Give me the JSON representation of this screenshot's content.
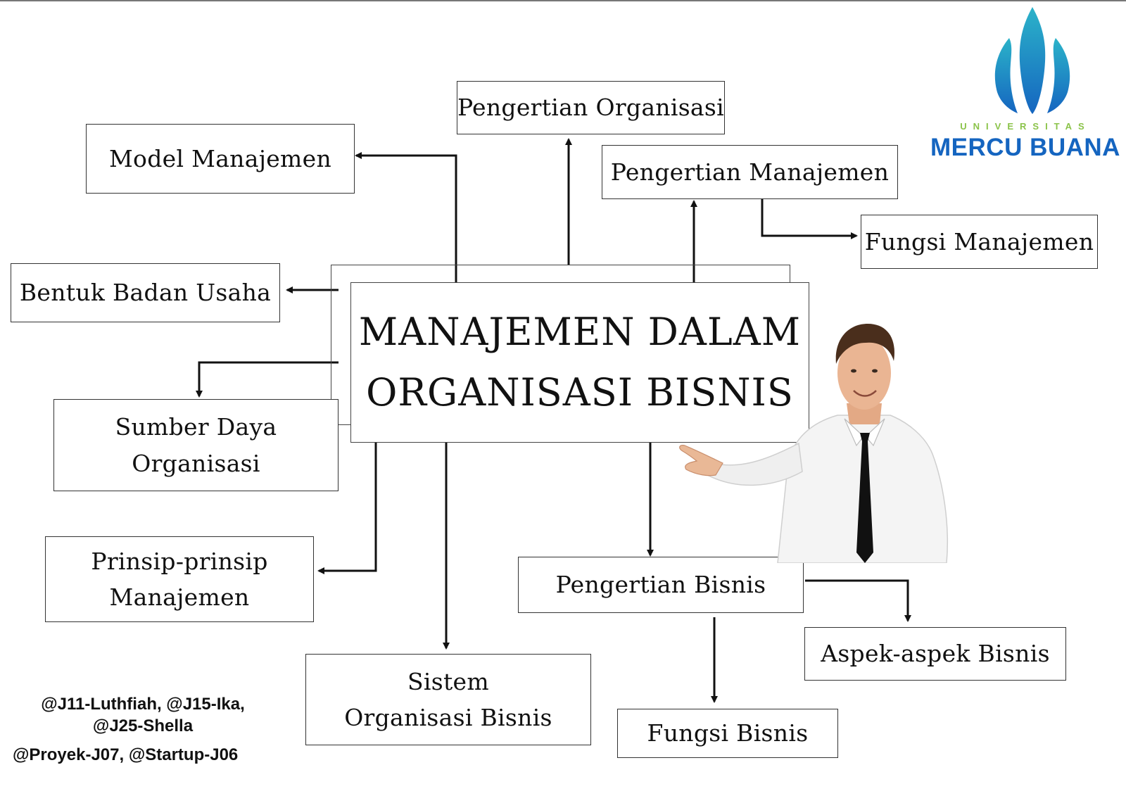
{
  "center": {
    "line1": "MANAJEMEN DALAM",
    "line2": "ORGANISASI BISNIS"
  },
  "nodes": {
    "pengertian_organisasi": "Pengertian Organisasi",
    "model_manajemen": "Model Manajemen",
    "pengertian_manajemen": "Pengertian Manajemen",
    "fungsi_manajemen": "Fungsi Manajemen",
    "bentuk_badan_usaha": "Bentuk Badan Usaha",
    "sumber_daya_line1": "Sumber Daya",
    "sumber_daya_line2": "Organisasi",
    "prinsip_line1": "Prinsip-prinsip",
    "prinsip_line2": "Manajemen",
    "pengertian_bisnis": "Pengertian Bisnis",
    "aspek_bisnis": "Aspek-aspek Bisnis",
    "sistem_line1": "Sistem",
    "sistem_line2": "Organisasi Bisnis",
    "fungsi_bisnis": "Fungsi Bisnis"
  },
  "credits": {
    "line1": "@J11-Luthfiah, @J15-Ika,",
    "line2": "@J25-Shella",
    "line3": "@Proyek-J07, @Startup-J06"
  },
  "logo": {
    "sub": "UNIVERSITAS",
    "main": "MERCU BUANA",
    "colors": {
      "blue": "#1565c0",
      "teal": "#29a8c9",
      "green": "#8bc34a"
    }
  },
  "icons": {
    "logo_mark": "flame-logo-icon",
    "presenter": "businessman-illustration"
  }
}
